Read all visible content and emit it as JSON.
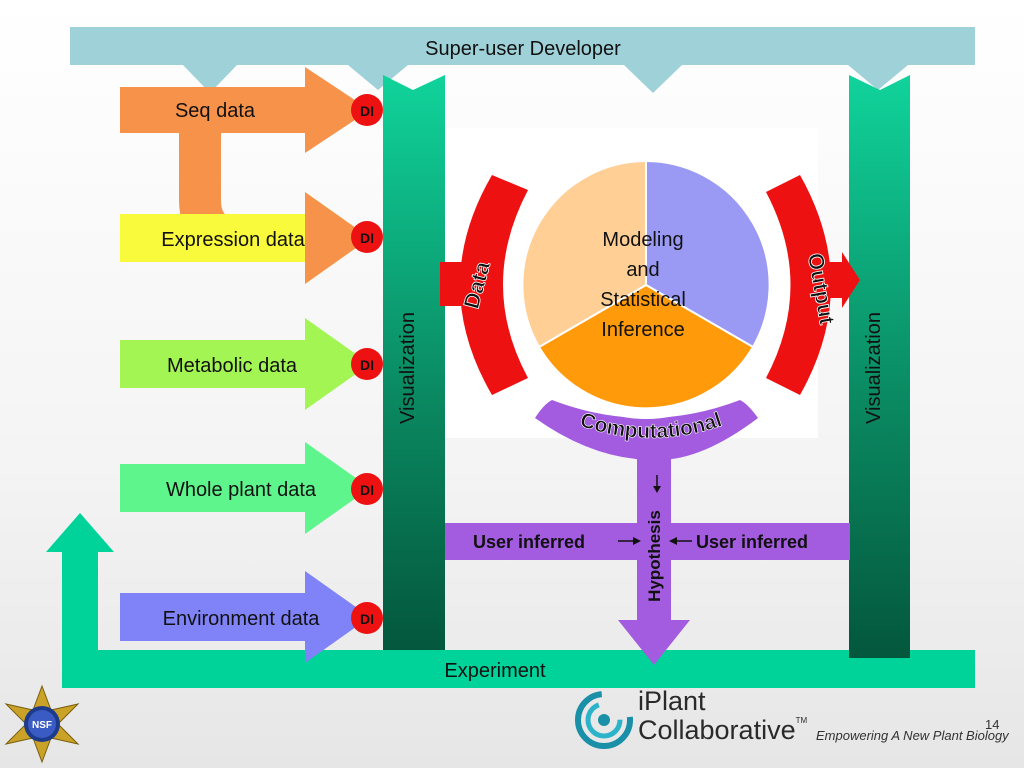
{
  "banner": {
    "top_label": "Super-user Developer",
    "bottom_label": "Experiment"
  },
  "data_sources": [
    {
      "label": "Seq data",
      "tag": "DI",
      "color": "#f7924b"
    },
    {
      "label": "Expression data",
      "tag": "DI",
      "color": "#fafa3c"
    },
    {
      "label": "Metabolic data",
      "tag": "DI",
      "color": "#a3f553"
    },
    {
      "label": "Whole plant data",
      "tag": "DI",
      "color": "#5df58c"
    },
    {
      "label": "Environment data",
      "tag": "DI",
      "color": "#7f83f7"
    }
  ],
  "visualization": {
    "left_label": "Visualization",
    "right_label": "Visualization"
  },
  "center": {
    "line1": "Modeling",
    "line2": "and",
    "line3": "Statistical",
    "line4": "Inference"
  },
  "arcs": {
    "data": "Data",
    "output": "Output",
    "computational": "Computational"
  },
  "hypothesis": {
    "label": "Hypothesis",
    "left": "User inferred",
    "right": "User inferred"
  },
  "footer": {
    "logo_line1": "iPlant",
    "logo_line2": "Collaborative",
    "tm": "TM",
    "tagline": "Empowering A New Plant Biology",
    "page_number": "14",
    "seal_text": "NSF"
  },
  "colors": {
    "banner": "#9fd2d8",
    "vis_bar": "#1aa67a",
    "arc_red": "#ee1111",
    "purple": "#a35ce0",
    "experiment": "#00d39a",
    "pie_blue": "#9a9af5",
    "pie_orange": "#ff9a0a",
    "pie_peach": "#ffcf96"
  }
}
